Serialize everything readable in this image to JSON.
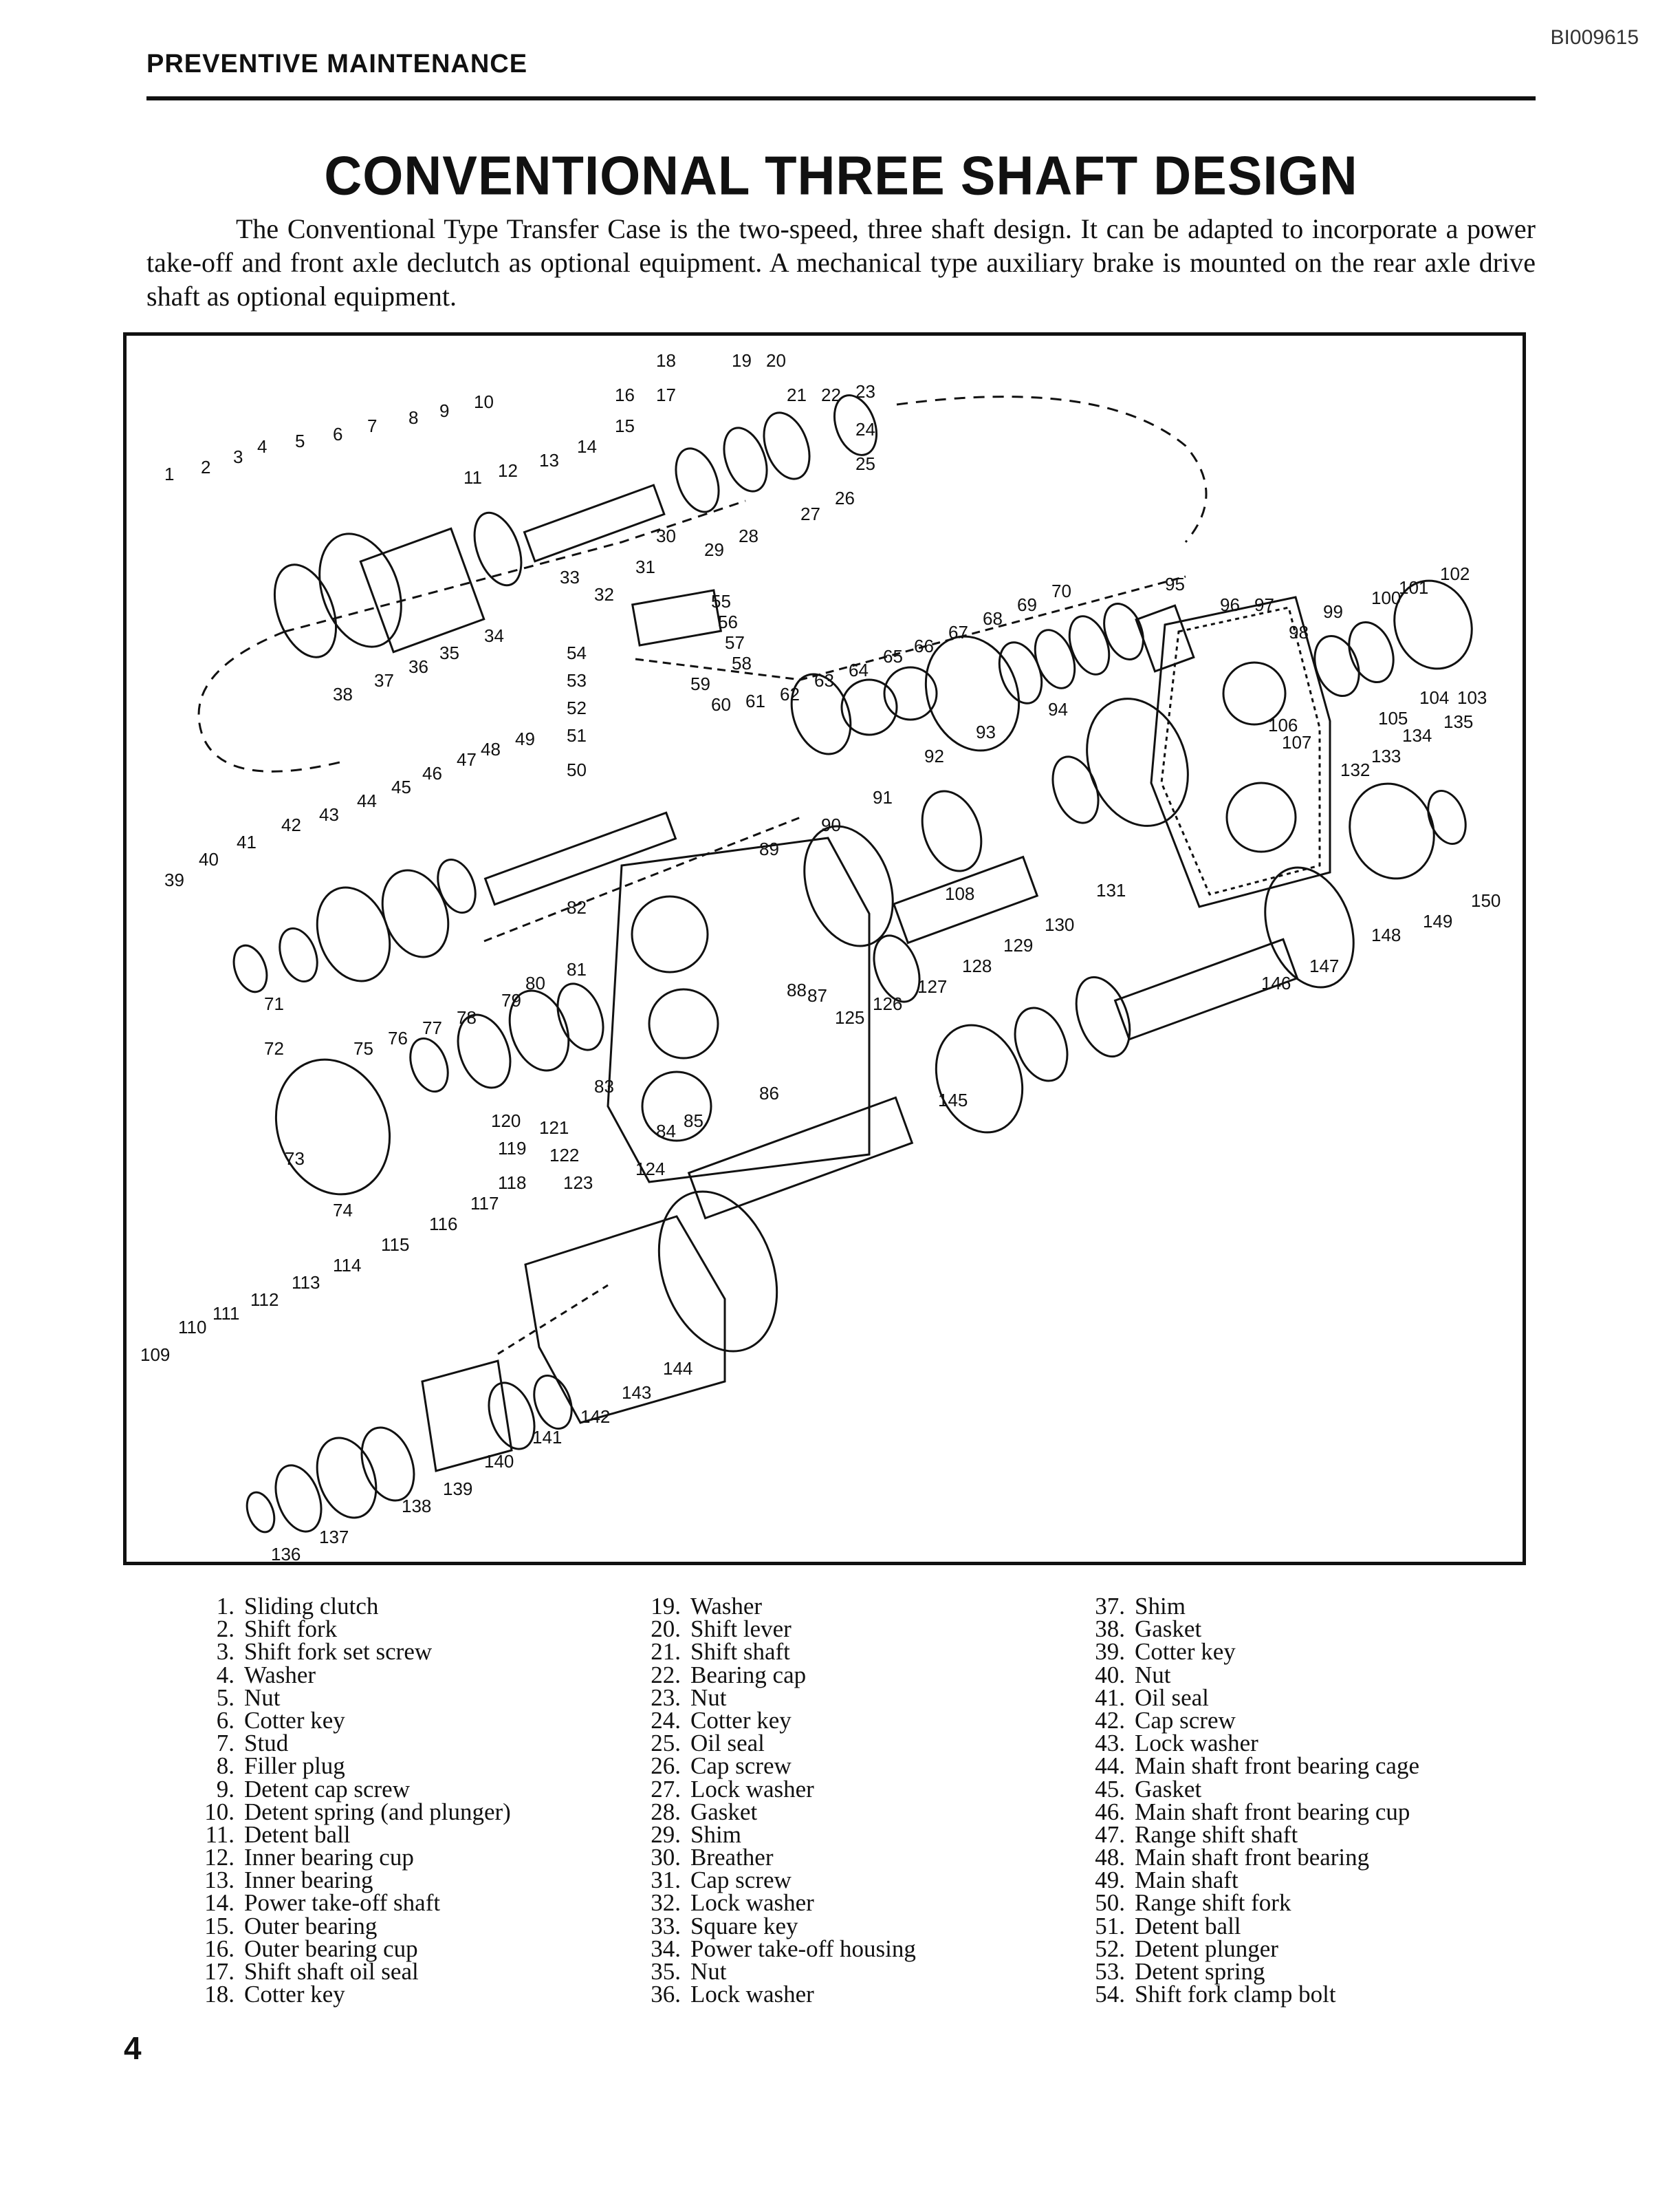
{
  "document_id": "BI009615",
  "section_heading": "PREVENTIVE MAINTENANCE",
  "title": "CONVENTIONAL THREE SHAFT DESIGN",
  "intro": "The Conventional Type Transfer Case is the two-speed, three shaft design. It can be adapted to incorporate a power take-off and front axle declutch as optional equipment. A mechanical type auxiliary brake is mounted on the rear axle drive shaft as optional equipment.",
  "page_number": "4",
  "parts_col1": [
    {
      "num": "1.",
      "name": "Sliding clutch"
    },
    {
      "num": "2.",
      "name": "Shift fork"
    },
    {
      "num": "3.",
      "name": "Shift fork set screw"
    },
    {
      "num": "4.",
      "name": "Washer"
    },
    {
      "num": "5.",
      "name": "Nut"
    },
    {
      "num": "6.",
      "name": "Cotter key"
    },
    {
      "num": "7.",
      "name": "Stud"
    },
    {
      "num": "8.",
      "name": "Filler plug"
    },
    {
      "num": "9.",
      "name": "Detent cap screw"
    },
    {
      "num": "10.",
      "name": "Detent spring (and plunger)"
    },
    {
      "num": "11.",
      "name": "Detent ball"
    },
    {
      "num": "12.",
      "name": "Inner bearing cup"
    },
    {
      "num": "13.",
      "name": "Inner bearing"
    },
    {
      "num": "14.",
      "name": "Power take-off shaft"
    },
    {
      "num": "15.",
      "name": "Outer bearing"
    },
    {
      "num": "16.",
      "name": "Outer bearing cup"
    },
    {
      "num": "17.",
      "name": "Shift shaft oil seal"
    },
    {
      "num": "18.",
      "name": "Cotter key"
    }
  ],
  "parts_col2": [
    {
      "num": "19.",
      "name": "Washer"
    },
    {
      "num": "20.",
      "name": "Shift lever"
    },
    {
      "num": "21.",
      "name": "Shift shaft"
    },
    {
      "num": "22.",
      "name": "Bearing cap"
    },
    {
      "num": "23.",
      "name": "Nut"
    },
    {
      "num": "24.",
      "name": "Cotter key"
    },
    {
      "num": "25.",
      "name": "Oil seal"
    },
    {
      "num": "26.",
      "name": "Cap screw"
    },
    {
      "num": "27.",
      "name": "Lock washer"
    },
    {
      "num": "28.",
      "name": "Gasket"
    },
    {
      "num": "29.",
      "name": "Shim"
    },
    {
      "num": "30.",
      "name": "Breather"
    },
    {
      "num": "31.",
      "name": "Cap screw"
    },
    {
      "num": "32.",
      "name": "Lock washer"
    },
    {
      "num": "33.",
      "name": "Square key"
    },
    {
      "num": "34.",
      "name": "Power take-off housing"
    },
    {
      "num": "35.",
      "name": "Nut"
    },
    {
      "num": "36.",
      "name": "Lock washer"
    }
  ],
  "parts_col3": [
    {
      "num": "37.",
      "name": "Shim"
    },
    {
      "num": "38.",
      "name": "Gasket"
    },
    {
      "num": "39.",
      "name": "Cotter key"
    },
    {
      "num": "40.",
      "name": "Nut"
    },
    {
      "num": "41.",
      "name": "Oil seal"
    },
    {
      "num": "42.",
      "name": "Cap screw"
    },
    {
      "num": "43.",
      "name": "Lock washer"
    },
    {
      "num": "44.",
      "name": "Main shaft front bearing cage"
    },
    {
      "num": "45.",
      "name": "Gasket"
    },
    {
      "num": "46.",
      "name": "Main shaft front bearing cup"
    },
    {
      "num": "47.",
      "name": "Range shift shaft"
    },
    {
      "num": "48.",
      "name": "Main shaft front bearing"
    },
    {
      "num": "49.",
      "name": "Main shaft"
    },
    {
      "num": "50.",
      "name": "Range shift fork"
    },
    {
      "num": "51.",
      "name": "Detent ball"
    },
    {
      "num": "52.",
      "name": "Detent plunger"
    },
    {
      "num": "53.",
      "name": "Detent spring"
    },
    {
      "num": "54.",
      "name": "Shift fork clamp bolt"
    }
  ],
  "diagram_callouts": [
    "1",
    "2",
    "3",
    "4",
    "5",
    "6",
    "7",
    "8",
    "9",
    "10",
    "11",
    "12",
    "13",
    "14",
    "15",
    "16",
    "17",
    "18",
    "19",
    "20",
    "21",
    "22",
    "23",
    "24",
    "25",
    "26",
    "27",
    "28",
    "29",
    "30",
    "31",
    "32",
    "33",
    "34",
    "35",
    "36",
    "37",
    "38",
    "39",
    "40",
    "41",
    "42",
    "43",
    "44",
    "45",
    "46",
    "47",
    "48",
    "49",
    "50",
    "51",
    "52",
    "53",
    "54",
    "55",
    "56",
    "57",
    "58",
    "59",
    "60",
    "61",
    "62",
    "63",
    "64",
    "65",
    "66",
    "67",
    "68",
    "69",
    "70",
    "71",
    "72",
    "73",
    "74",
    "75",
    "76",
    "77",
    "78",
    "79",
    "80",
    "81",
    "82",
    "83",
    "84",
    "85",
    "86",
    "87",
    "88",
    "89",
    "90",
    "91",
    "92",
    "93",
    "94",
    "95",
    "96",
    "97",
    "98",
    "99",
    "100",
    "101",
    "102",
    "103",
    "104",
    "105",
    "106",
    "107",
    "108",
    "109",
    "110",
    "111",
    "112",
    "113",
    "114",
    "115",
    "116",
    "117",
    "118",
    "119",
    "120",
    "121",
    "122",
    "123",
    "124",
    "125",
    "126",
    "127",
    "128",
    "129",
    "130",
    "131",
    "132",
    "133",
    "134",
    "135",
    "136",
    "137",
    "138",
    "139",
    "140",
    "141",
    "142",
    "143",
    "144",
    "145",
    "146",
    "147",
    "148",
    "149",
    "150"
  ]
}
